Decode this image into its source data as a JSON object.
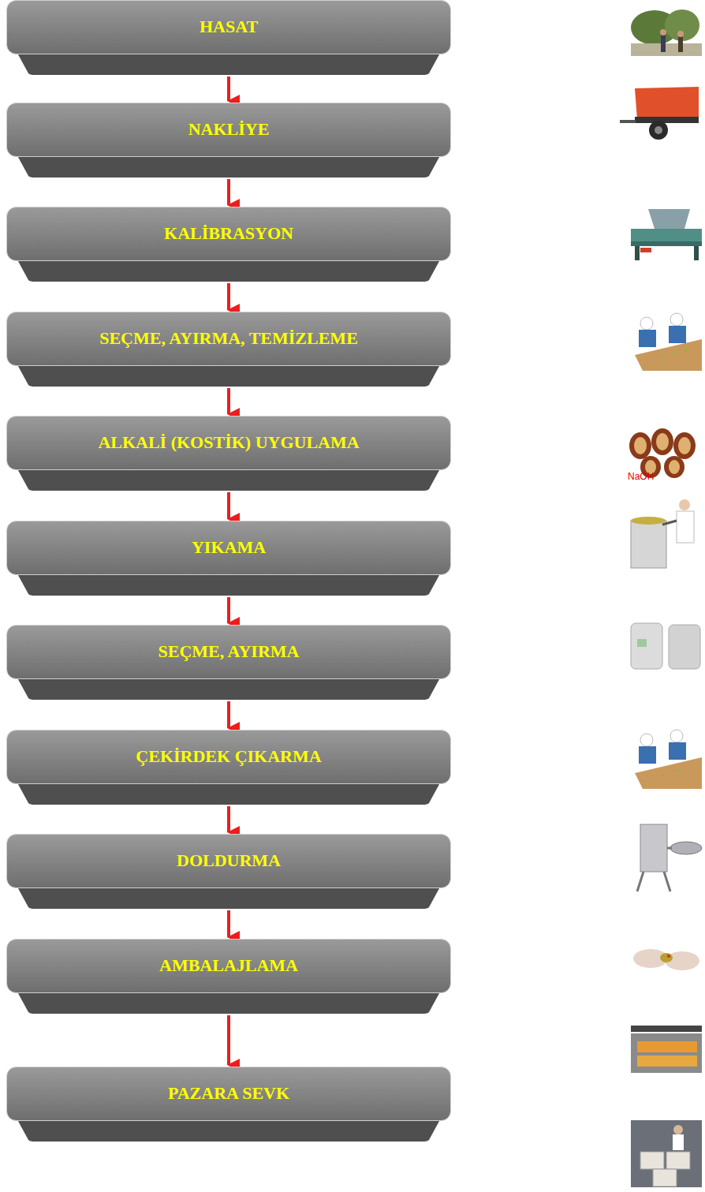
{
  "diagram": {
    "nodes": [
      {
        "text": [
          "HASAT"
        ]
      },
      {
        "text": [
          "NAKLİYE"
        ]
      },
      {
        "text": [
          "KALİBRASYON"
        ]
      },
      {
        "text": [
          "SEÇME, AYIRMA, TEMİZLEME"
        ]
      },
      {
        "text": [
          "ALKALİ (KOSTİK) UYGULAMA"
        ]
      },
      {
        "text": [
          "YIKAMA"
        ]
      },
      {
        "text": [
          "SEÇME, AYIRMA"
        ]
      },
      {
        "text": [
          "ÇEKİRDEK ÇIKARMA"
        ]
      },
      {
        "text": [
          "DOLDURMA"
        ]
      },
      {
        "text": [
          "AMBALAJLAMA"
        ]
      },
      {
        "text": [
          "PAZARA SEVK"
        ]
      }
    ],
    "edges": [
      {
        "from": 0,
        "to": 1,
        "arrow": "to"
      },
      {
        "from": 1,
        "to": 2,
        "arrow": "to"
      },
      {
        "from": 2,
        "to": 3,
        "arrow": "to"
      },
      {
        "from": 3,
        "to": 4,
        "arrow": "to"
      },
      {
        "from": 4,
        "to": 5,
        "arrow": "to"
      },
      {
        "from": 5,
        "to": 6,
        "arrow": "to"
      },
      {
        "from": 6,
        "to": 7,
        "arrow": "to"
      },
      {
        "from": 7,
        "to": 8,
        "arrow": "to"
      },
      {
        "from": 8,
        "to": 9,
        "arrow": "to"
      },
      {
        "from": 9,
        "to": 10,
        "arrow": "to"
      }
    ],
    "labels": [
      "NaOH"
    ]
  }
}
